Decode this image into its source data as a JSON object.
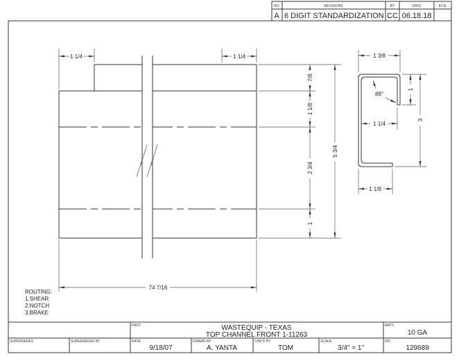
{
  "revisions": {
    "headers": {
      "no": "NO.",
      "revisions": "REVISIONS",
      "by": "BY",
      "date": "DATE",
      "ecn": "ECN"
    },
    "row": {
      "no": "A",
      "description": "6 DIGIT STANDARDIZATION",
      "by": "CC",
      "date": "06.18.18",
      "ecn": ""
    }
  },
  "dimensions": {
    "left_notch": "1 1/4",
    "right_notch": "1 1/4",
    "d1": "7/8",
    "d2": "1 1/8",
    "d3": "2 3/4",
    "d4": "1",
    "total_height": "5 3/4",
    "length": "74 7/16"
  },
  "section": {
    "width_top": "1 3/8",
    "angle": "88°",
    "leg": "1",
    "height": "3",
    "inner_width": "1 1/4",
    "width_bottom": "1 1/8"
  },
  "routing": {
    "title": "ROUTING:",
    "steps": [
      "1.SHEAR",
      "2.NOTCH",
      "3.BRAKE"
    ]
  },
  "title_block": {
    "part_label": "PART",
    "part_line1": "WASTEQUIP - TEXAS",
    "part_line2": "TOP CHANNEL FRONT 1-11263",
    "matl_label": "MAT'L",
    "matl": "10 GA",
    "supersedes_label": "SUPERSEDES",
    "superseded_by_label": "SUPERSEDED BY",
    "date_label": "DATE",
    "date": "9/18/07",
    "drawn_by_label": "DRAWN BY",
    "drawn_by": "A. YANTA",
    "chkd_by_label": "CHK'D BY",
    "chkd_by": "TOM",
    "scale_label": "SCALE",
    "scale": "3/4\" = 1\"",
    "no_label": "NO.",
    "no": "129689"
  }
}
